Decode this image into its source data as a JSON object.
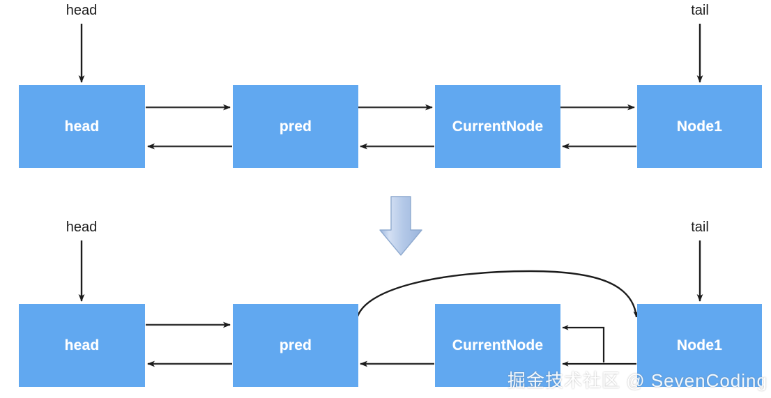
{
  "diagram": {
    "title": "Doubly linked list node removal",
    "colors": {
      "node_fill": "#61a8f0",
      "node_text": "#ffffff",
      "arrow_stroke": "#1c1c1c",
      "transition_arrow_fill": "#b9cdea",
      "transition_arrow_stroke": "#7f9fcc",
      "background": "#ffffff"
    },
    "before": {
      "pointers": [
        {
          "name": "head-pointer-label",
          "label": "head"
        },
        {
          "name": "tail-pointer-label",
          "label": "tail"
        }
      ],
      "nodes": [
        {
          "name": "node-head",
          "label": "head"
        },
        {
          "name": "node-pred",
          "label": "pred"
        },
        {
          "name": "node-currentnode",
          "label": "CurrentNode"
        },
        {
          "name": "node-node1",
          "label": "Node1"
        }
      ]
    },
    "after": {
      "pointers": [
        {
          "name": "head-pointer-label",
          "label": "head"
        },
        {
          "name": "tail-pointer-label",
          "label": "tail"
        }
      ],
      "nodes": [
        {
          "name": "node-head",
          "label": "head"
        },
        {
          "name": "node-pred",
          "label": "pred"
        },
        {
          "name": "node-currentnode",
          "label": "CurrentNode"
        },
        {
          "name": "node-node1",
          "label": "Node1"
        }
      ]
    },
    "transition": {
      "icon": "down-arrow-icon"
    },
    "watermark": "掘金技术社区 @ SevenCoding"
  }
}
